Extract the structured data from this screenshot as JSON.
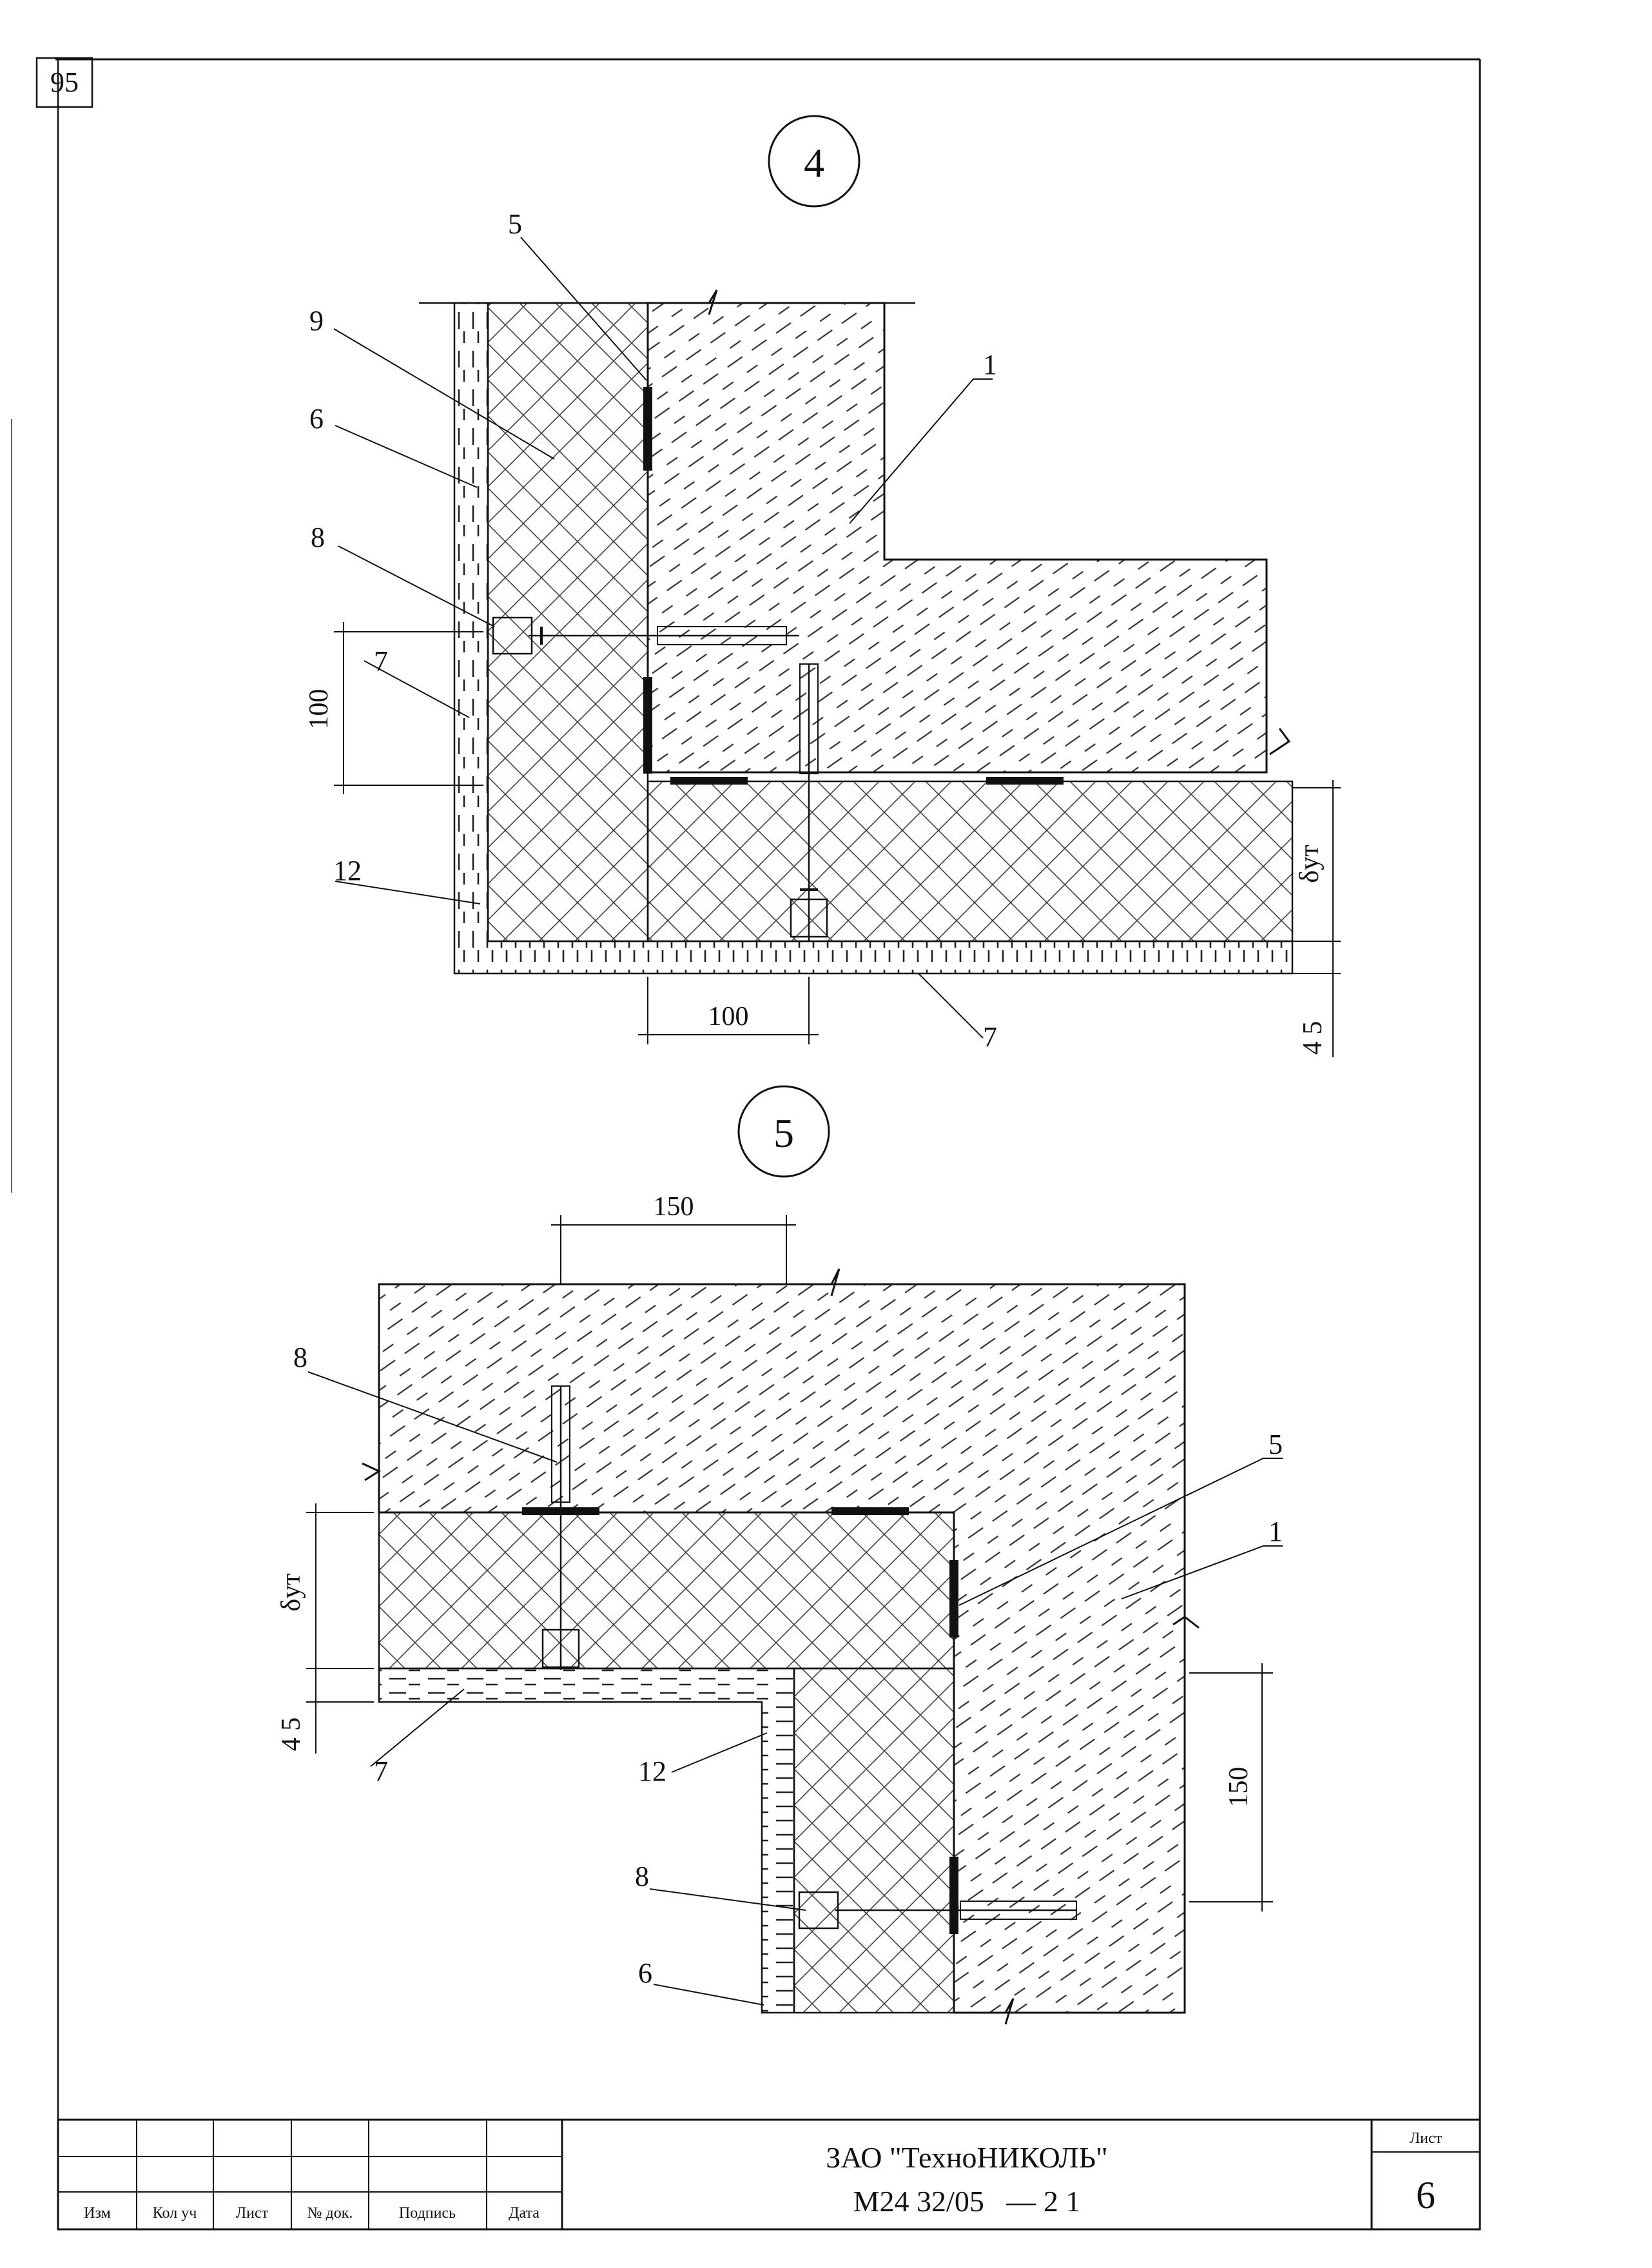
{
  "page": {
    "corner_number": "95"
  },
  "detail4": {
    "number": "4",
    "leaders": {
      "n5": "5",
      "n9": "9",
      "n6": "6",
      "n1": "1",
      "n8": "8",
      "n7a": "7",
      "n12": "12",
      "n7b": "7"
    },
    "dims": {
      "vertical_100": "100",
      "horizontal_100": "100",
      "delta": "δут",
      "gap": "4 5"
    }
  },
  "detail5": {
    "number": "5",
    "leaders": {
      "n8a": "8",
      "n5": "5",
      "n1": "1",
      "n7": "7",
      "n12": "12",
      "n8b": "8",
      "n6": "6"
    },
    "dims": {
      "top_150": "150",
      "delta": "δут",
      "gap": "4 5",
      "right_150": "150"
    }
  },
  "title_block": {
    "headers": [
      "Изм",
      "Кол уч",
      "Лист",
      "№ док.",
      "Подпись",
      "Дата"
    ],
    "company": "ЗАО \"ТехноНИКОЛЬ\"",
    "code": "М24 32/05   — 2 1",
    "sheet_label": "Лист",
    "sheet_number": "6"
  }
}
